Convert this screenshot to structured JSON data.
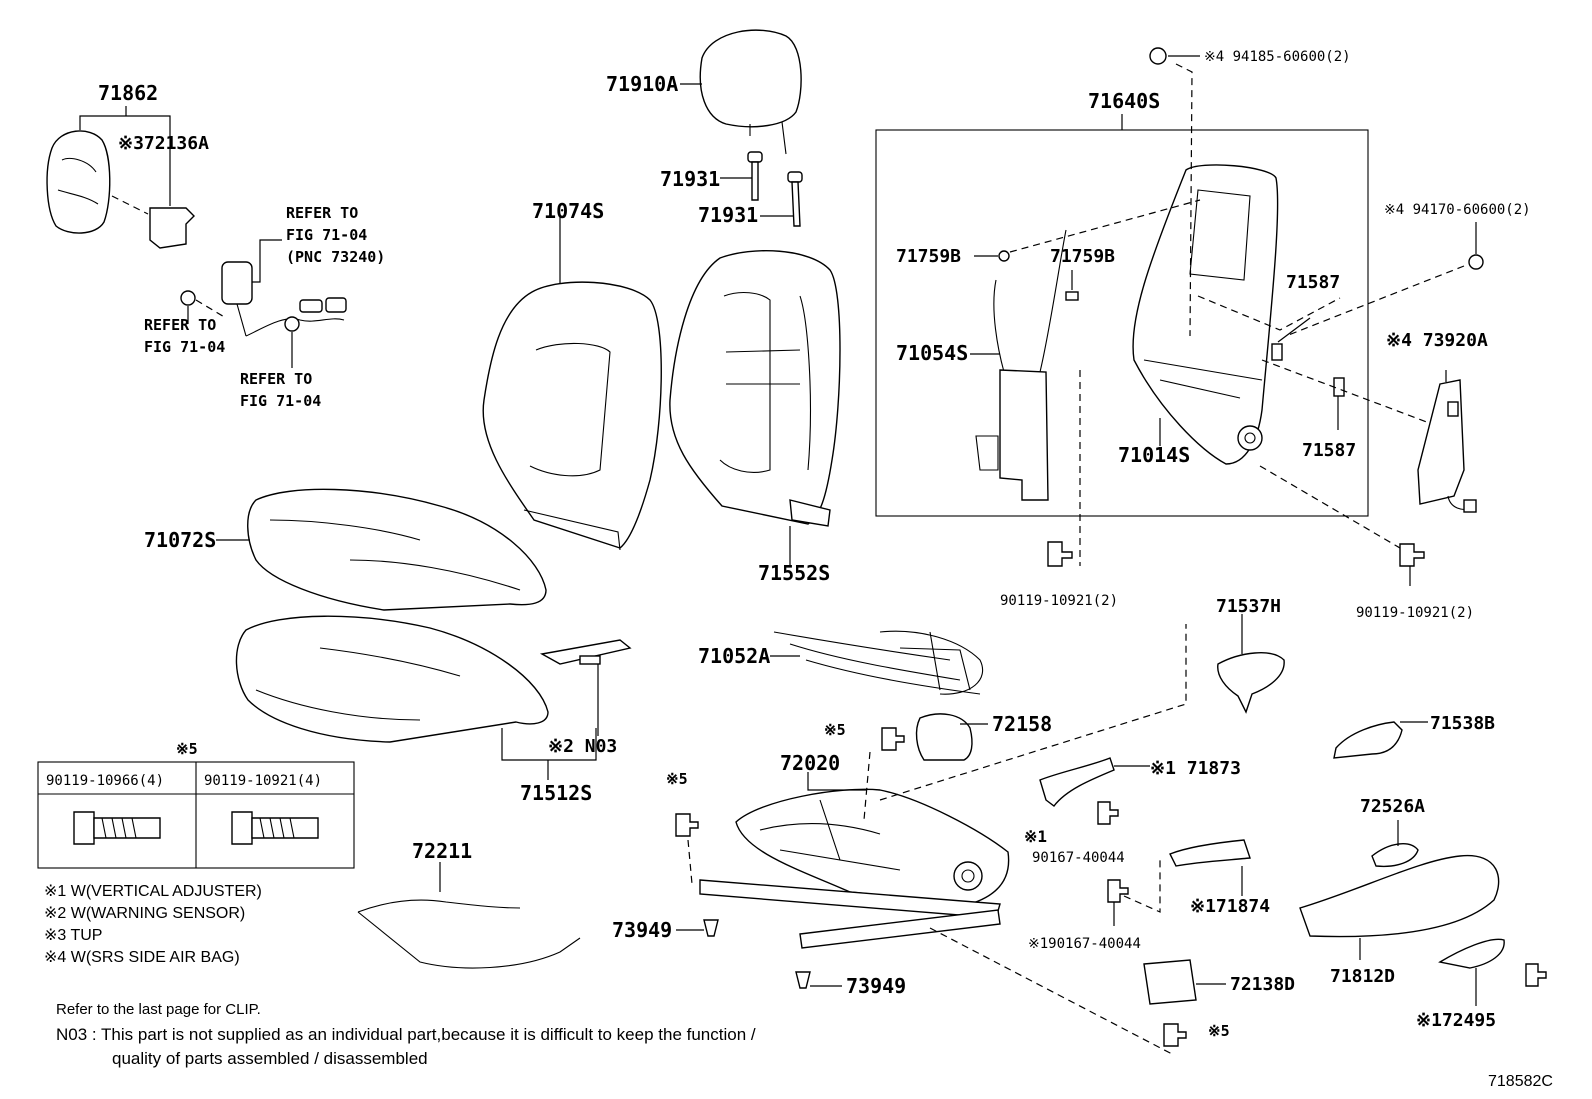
{
  "labels": {
    "p71862": "71862",
    "p72136A": "※372136A",
    "refer1_a": "REFER TO",
    "refer1_b": "FIG 71-04",
    "refer1_c": "(PNC 73240)",
    "refer2_a": "REFER TO",
    "refer2_b": "FIG 71-04",
    "refer3_a": "REFER TO",
    "refer3_b": "FIG 71-04",
    "p71910A": "71910A",
    "p71931a": "71931",
    "p71931b": "71931",
    "p71074S": "71074S",
    "p71072S": "71072S",
    "p71552S": "71552S",
    "p71052A": "71052A",
    "p71512S": "71512S",
    "pN03": "※2 N03",
    "p71640S": "71640S",
    "p71759B_a": "71759B",
    "p71759B_b": "71759B",
    "p71054S": "71054S",
    "p71014S": "71014S",
    "p71587a": "71587",
    "p71587b": "71587",
    "p94185": "※4 94185-60600(2)",
    "p94170": "※4 94170-60600(2)",
    "p73920A": "※4 73920A",
    "p90119_a": "90119-10921(2)",
    "p90119_b": "90119-10921(2)",
    "p71537H": "71537H",
    "p71538B": "71538B",
    "p72158": "72158",
    "p72020": "72020",
    "p71873": "※1 71873",
    "p90167a_mark": "※1",
    "p90167a": "90167-40044",
    "p71874": "※171874",
    "p90167b": "※190167-40044",
    "p72138D": "72138D",
    "p72526A": "72526A",
    "p71812D": "71812D",
    "p72495": "※172495",
    "p73949a": "73949",
    "p73949b": "73949",
    "p72211": "72211",
    "s5_a": "※5",
    "s5_b": "※5",
    "s5_c": "※5",
    "s5_d": "※5"
  },
  "bolt_table": {
    "heading": "※5",
    "columns": [
      "90119-10966(4)",
      "90119-10921(4)"
    ]
  },
  "legend": [
    "※1 W(VERTICAL ADJUSTER)",
    "※2 W(WARNING SENSOR)",
    "※3 TUP",
    "※4 W(SRS SIDE AIR BAG)"
  ],
  "notes": {
    "clip": "Refer to the last page for CLIP.",
    "n03_line1": "N03 : This part is not supplied as an individual part,because it is difficult to keep the function /",
    "n03_line2": "quality of parts assembled / disassembled"
  },
  "figure_code": "718582C"
}
